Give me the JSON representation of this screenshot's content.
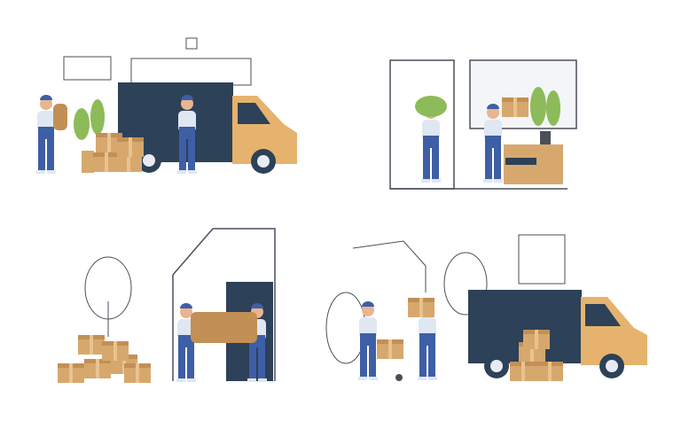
{
  "illustration": {
    "scenes": [
      {
        "subject": "movers-loading-van"
      },
      {
        "subject": "movers-entering-apartment"
      },
      {
        "subject": "movers-carrying-sofa"
      },
      {
        "subject": "movers-unloading-van"
      }
    ],
    "colors": {
      "van_body": "#2d4158",
      "van_cab": "#e6b36e",
      "box": "#d7a86d",
      "box_shade": "#c28f55",
      "overalls": "#3e5ea6",
      "shirt": "#dfe7f2",
      "plant": "#8dbb5a",
      "outline": "#4a4f5a",
      "skin": "#e9b48f"
    }
  }
}
